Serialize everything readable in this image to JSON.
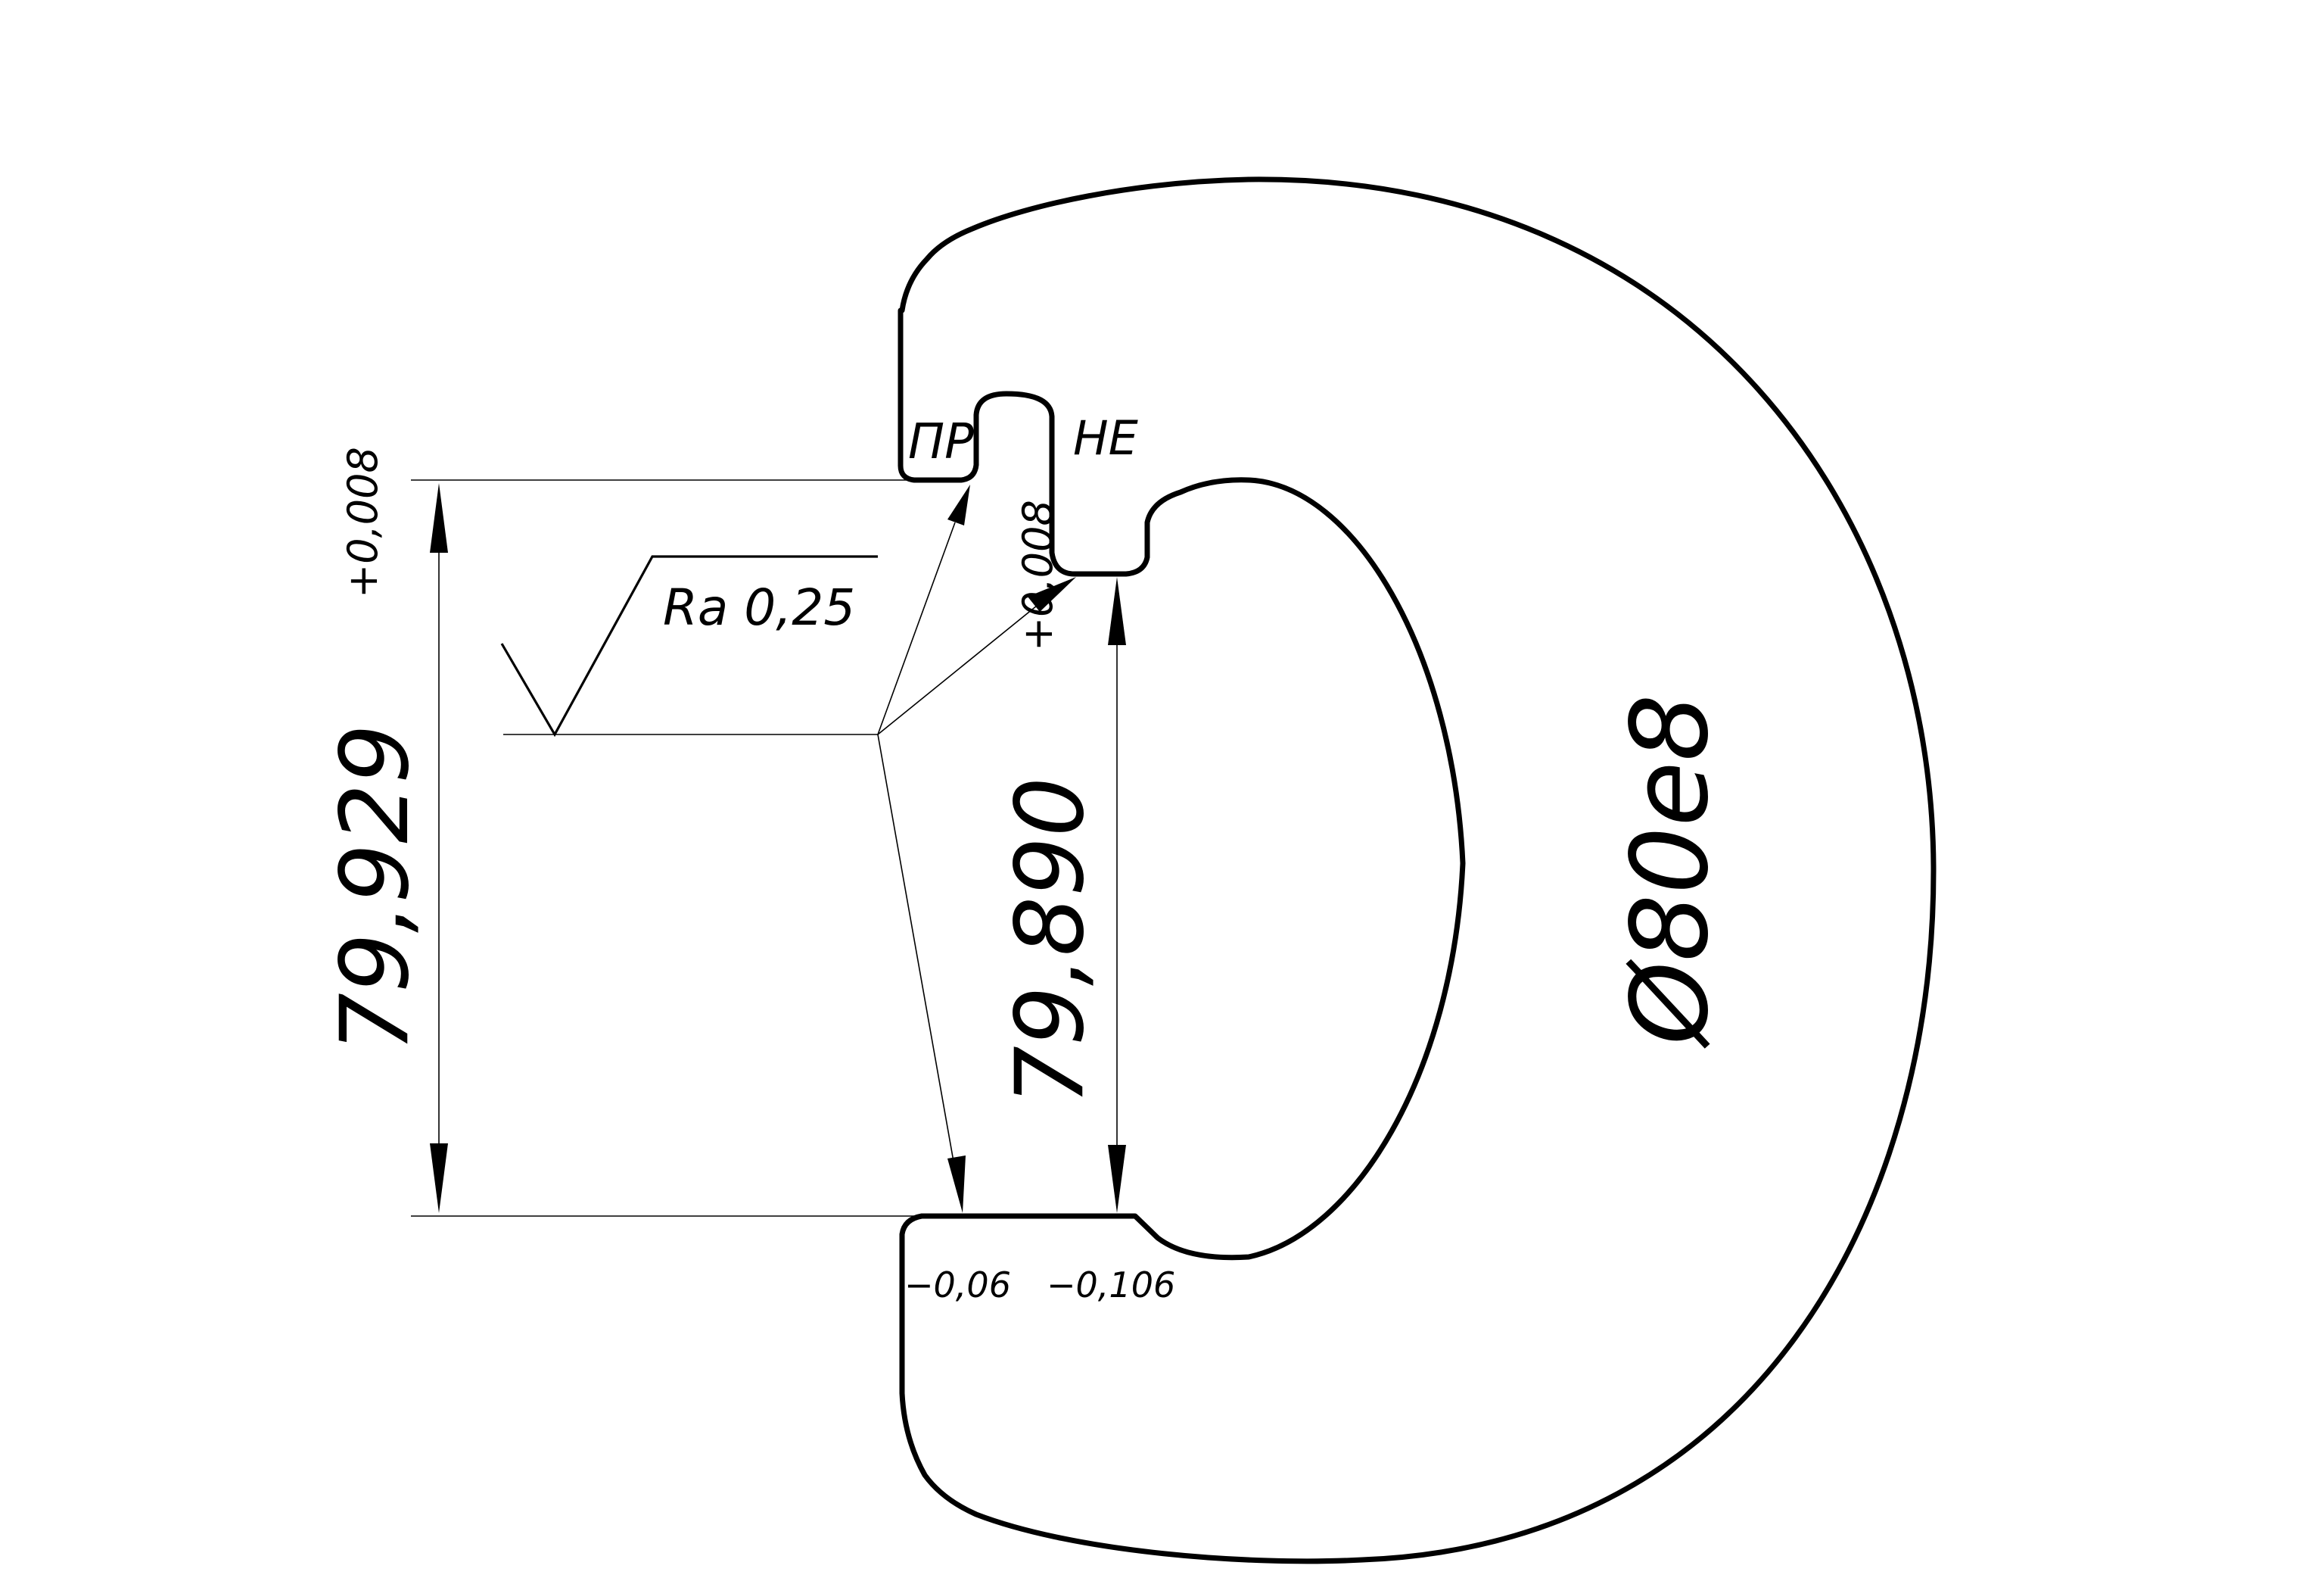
{
  "drawing": {
    "go_label": "ПР",
    "nogo_label": "НЕ",
    "go_tolerance_lower": "−0,06",
    "nogo_tolerance_lower": "−0,106",
    "roughness": "Ra 0,25",
    "go_nominal": "79,929",
    "go_tolerance_upper": "+0,008",
    "nogo_nominal": "79,890",
    "nogo_tolerance_upper": "+0,008",
    "designation": "Ø80e8"
  },
  "colors": {
    "line": "#000000",
    "background": "#ffffff"
  }
}
